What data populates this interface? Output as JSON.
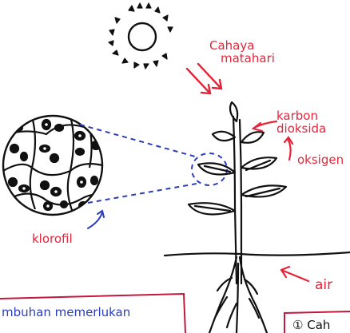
{
  "labels": {
    "sunlight_line1": "Cahaya",
    "sunlight_line2": "matahari",
    "carbon_line1": "karbon",
    "carbon_line2": "dioksida",
    "oxygen": "oksigen",
    "water": "air",
    "chlorophyll": "klorofil"
  },
  "boxes": {
    "left_text": "mbuhan memerlukan",
    "right_text": "① Cah"
  },
  "colors": {
    "ink": "#111111",
    "red": "#e8243a",
    "blue": "#2b3db8"
  }
}
